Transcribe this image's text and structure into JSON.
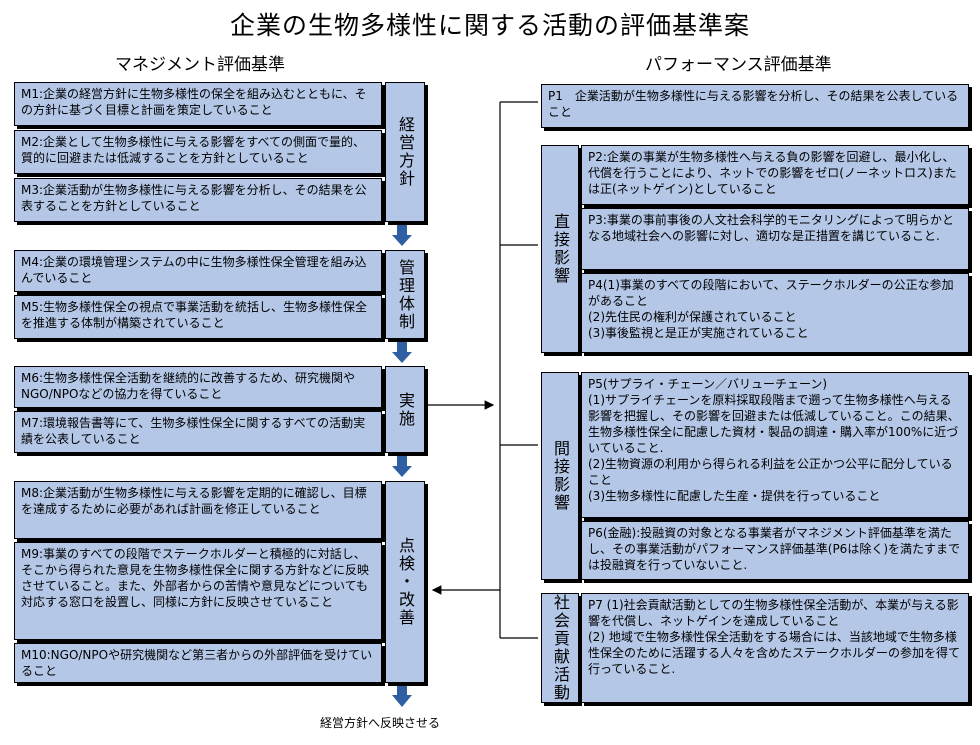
{
  "title": "企業の生物多様性に関する活動の評価基準案",
  "management_header": "マネジメント評価基準",
  "performance_header": "パフォーマンス評価基準",
  "management": {
    "policy": {
      "label": "経営方針",
      "items": [
        "M1:企業の経営方針に生物多様性の保全を組み込むとともに、その方針に基づく目標と計画を策定していること",
        "M2:企業として生物多様性に与える影響をすべての側面で量的、質的に回避または低減することを方針としていること",
        "M3:企業活動が生物多様性に与える影響を分析し、その結果を公表することを方針としていること"
      ]
    },
    "system": {
      "label": "管理体制",
      "items": [
        "M4:企業の環境管理システムの中に生物多様性保全管理を組み込んでいること",
        "M5:生物多様性保全の視点で事業活動を統括し、生物多様性保全を推進する体制が構築されていること"
      ]
    },
    "implementation": {
      "label": "実施",
      "items": [
        "M6:生物多様性保全活動を継続的に改善するため、研究機関やNGO/NPOなどの協力を得ていること",
        "M7:環境報告書等にて、生物多様性保全に関するすべての活動実績を公表していること"
      ]
    },
    "review": {
      "label": "点検・改善",
      "items": [
        "M8:企業活動が生物多様性に与える影響を定期的に確認し、目標を達成するために必要があれば計画を修正していること",
        "M9:事業のすべての段階でステークホルダーと積極的に対話し、そこから得られた意見を生物多様性保全に関する方針などに反映させていること。また、外部者からの苦情や意見などについても対応する窓口を設置し、同様に方針に反映させていること",
        "M10:NGO/NPOや研究機関など第三者からの外部評価を受けていること"
      ]
    },
    "footer": "経営方針へ反映させる"
  },
  "performance": {
    "p1": "P1　企業活動が生物多様性に与える影響を分析し、その結果を公表していること",
    "direct": {
      "label": "直接影響",
      "items": [
        "P2:企業の事業が生物多様性へ与える負の影響を回避し、最小化し、代償を行うことにより、ネットでの影響をゼロ(ノーネットロス)または正(ネットゲイン)としていること",
        "P3:事業の事前事後の人文社会科学的モニタリングによって明らかとなる地域社会への影響に対し、適切な是正措置を講じていること.",
        "P4(1)事業のすべての段階において、ステークホルダーの公正な参加があること\n(2)先住民の権利が保護されていること\n(3)事後監視と是正が実施されていること"
      ]
    },
    "indirect": {
      "label": "間接影響",
      "items": [
        "P5(サプライ・チェーン／バリューチェーン)\n(1)サプライチェーンを原料採取段階まで遡って生物多様性へ与える影響を把握し、その影響を回避または低減していること。この結果、生物多様性保全に配慮した資材・製品の調達・購入率が100%に近づいていること.\n(2)生物資源の利用から得られる利益を公正かつ公平に配分していること\n(3)生物多様性に配慮した生産・提供を行っていること",
        "P6(金融):投融資の対象となる事業者がマネジメント評価基準を満たし、その事業活動がパフォーマンス評価基準(P6は除く)を満たすまでは投融資を行っていないこと."
      ]
    },
    "social": {
      "label": "社会貢献活動",
      "items": [
        "P7 (1)社会貢献活動としての生物多様性保全活動が、本業が与える影響を代償し、ネットゲインを達成していること\n(2) 地域で生物多様性保全活動をする場合には、当該地域で生物多様性保全のために活躍する人々を含めたステークホルダーの参加を得て行っていること."
      ]
    }
  }
}
